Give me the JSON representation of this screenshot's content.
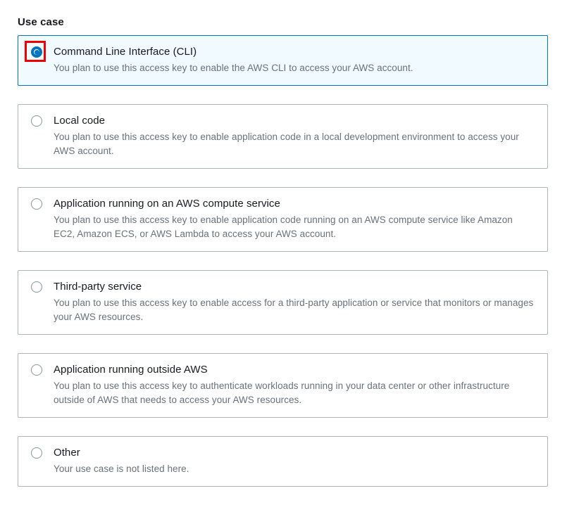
{
  "section": {
    "heading": "Use case"
  },
  "colors": {
    "selected_border": "#0073bb",
    "selected_background": "#f1faff",
    "card_border": "#aab7b8",
    "title_text": "#16191f",
    "description_text": "#687078",
    "highlight_annotation": "#ee0000"
  },
  "use_case_options": [
    {
      "id": "cli",
      "title": "Command Line Interface (CLI)",
      "description": "You plan to use this access key to enable the AWS CLI to access your AWS account.",
      "selected": true,
      "highlighted": true
    },
    {
      "id": "local-code",
      "title": "Local code",
      "description": "You plan to use this access key to enable application code in a local development environment to access your AWS account.",
      "selected": false,
      "highlighted": false
    },
    {
      "id": "aws-compute-service",
      "title": "Application running on an AWS compute service",
      "description": "You plan to use this access key to enable application code running on an AWS compute service like Amazon EC2, Amazon ECS, or AWS Lambda to access your AWS account.",
      "selected": false,
      "highlighted": false
    },
    {
      "id": "third-party-service",
      "title": "Third-party service",
      "description": "You plan to use this access key to enable access for a third-party application or service that monitors or manages your AWS resources.",
      "selected": false,
      "highlighted": false
    },
    {
      "id": "outside-aws",
      "title": "Application running outside AWS",
      "description": "You plan to use this access key to authenticate workloads running in your data center or other infrastructure outside of AWS that needs to access your AWS resources.",
      "selected": false,
      "highlighted": false
    },
    {
      "id": "other",
      "title": "Other",
      "description": "Your use case is not listed here.",
      "selected": false,
      "highlighted": false
    }
  ]
}
